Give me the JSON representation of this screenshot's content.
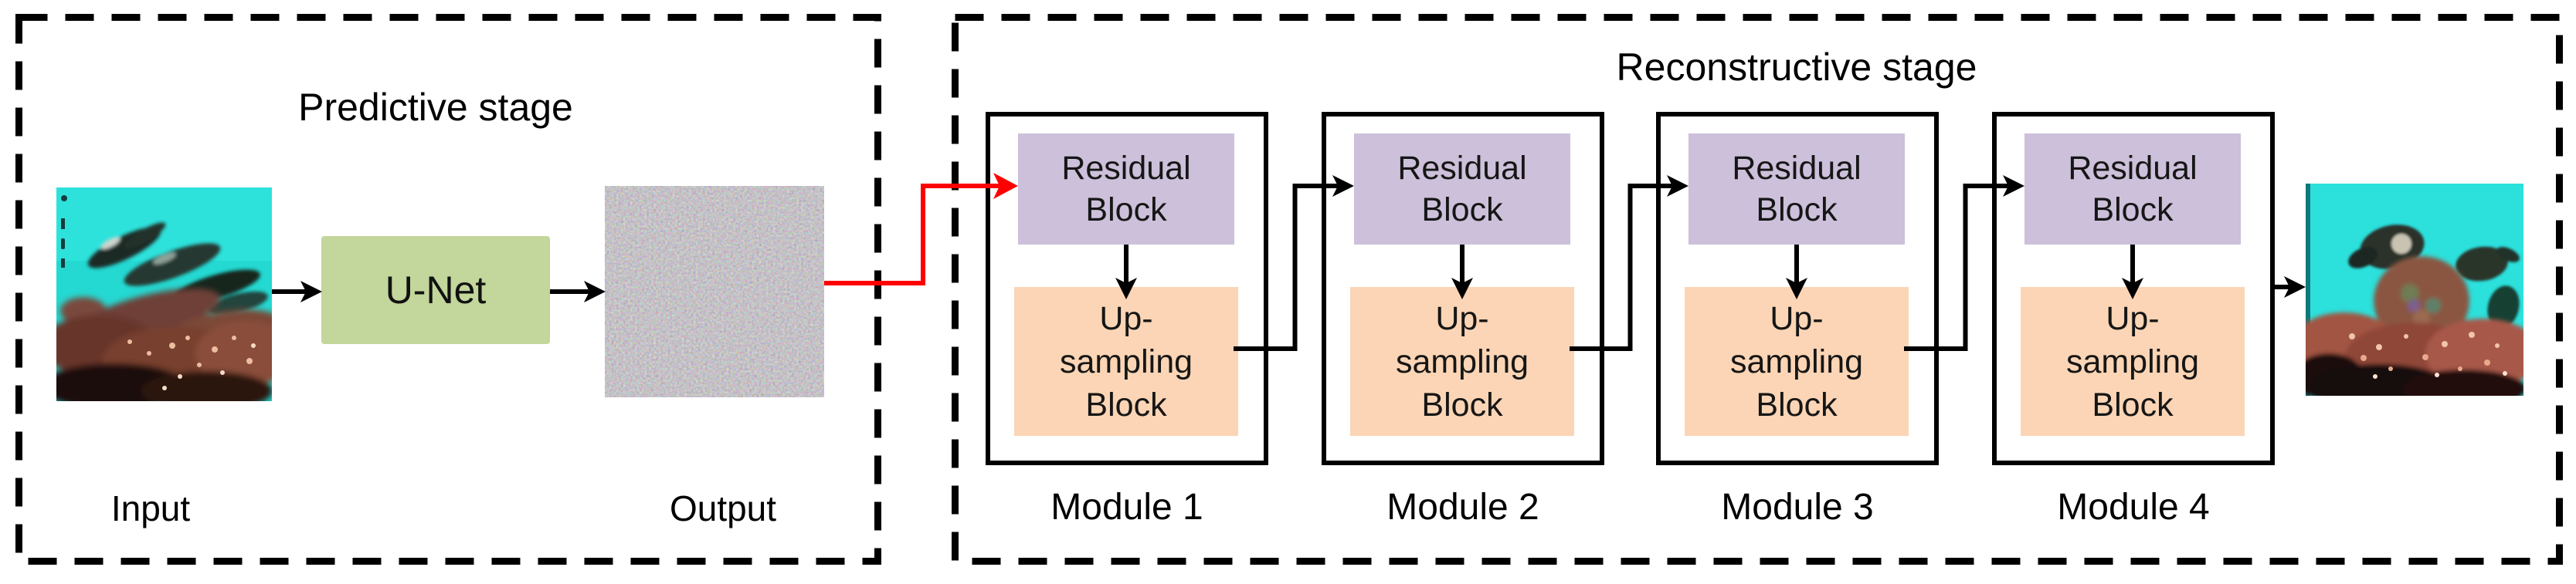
{
  "figure": {
    "predictive": {
      "title": "Predictive stage",
      "unet_label": "U-Net",
      "input_label": "Input",
      "output_label": "Output"
    },
    "reconstructive": {
      "title": "Reconstructive stage",
      "modules": [
        {
          "label": "Module 1"
        },
        {
          "label": "Module 2"
        },
        {
          "label": "Module 3"
        },
        {
          "label": "Module 4"
        }
      ],
      "residual_block": {
        "line1": "Residual",
        "line2": "Block"
      },
      "upsampling_block": {
        "line1": "Up-",
        "line2": "sampling",
        "line3": "Block"
      }
    },
    "colors": {
      "residual_fill": "#CCC0DA",
      "upsampling_fill": "#FBD5B5",
      "unet_fill": "#C3D69B",
      "red_arrow": "#FF0000",
      "line": "#000000"
    }
  }
}
